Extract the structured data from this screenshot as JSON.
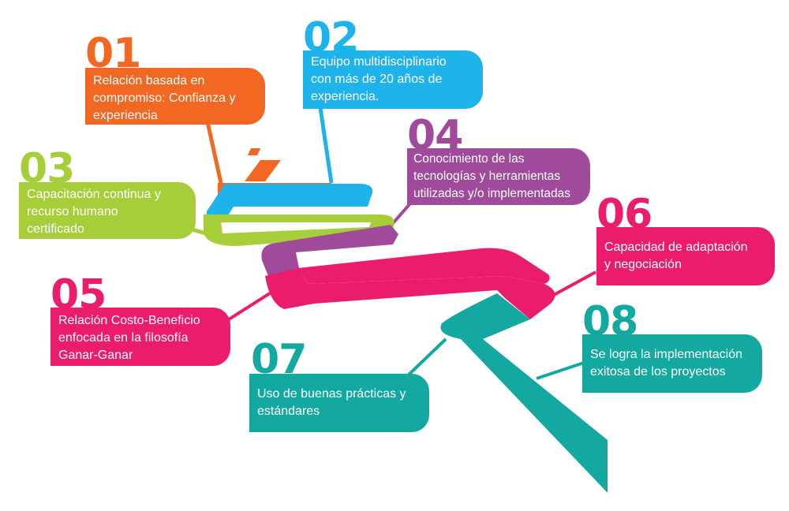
{
  "colors": {
    "orange": "#f26722",
    "blue": "#1fb3ec",
    "green": "#a6ce39",
    "purple": "#a04a9b",
    "pink": "#ec1c6c",
    "teal": "#13a9a1"
  },
  "steps": [
    {
      "id": "01",
      "color": "#f26722",
      "lines": [
        "Relación basada en",
        "compromiso: Confianza y",
        "experiencia"
      ]
    },
    {
      "id": "02",
      "color": "#1fb3ec",
      "lines": [
        "Equipo multidisciplinario",
        "con más de 20 años de",
        "experiencia."
      ]
    },
    {
      "id": "03",
      "color": "#a6ce39",
      "lines": [
        "Capacitación continua y",
        "recurso humano",
        "certificado"
      ]
    },
    {
      "id": "04",
      "color": "#a04a9b",
      "lines": [
        "Conocimiento de las",
        "tecnologías y herramientas",
        "utilizadas y/o implementadas"
      ]
    },
    {
      "id": "05",
      "color": "#ec1c6c",
      "lines": [
        "Relación Costo-Beneficio",
        "enfocada en la filosofía",
        "Ganar-Ganar"
      ]
    },
    {
      "id": "06",
      "color": "#ec1c6c",
      "lines": [
        "Capacidad de adaptación",
        "y negociación"
      ]
    },
    {
      "id": "07",
      "color": "#13a9a1",
      "lines": [
        "Uso de buenas prácticas y",
        "estándares"
      ]
    },
    {
      "id": "08",
      "color": "#13a9a1",
      "lines": [
        "Se logra la implementación",
        "exitosa de los proyectos"
      ]
    }
  ]
}
